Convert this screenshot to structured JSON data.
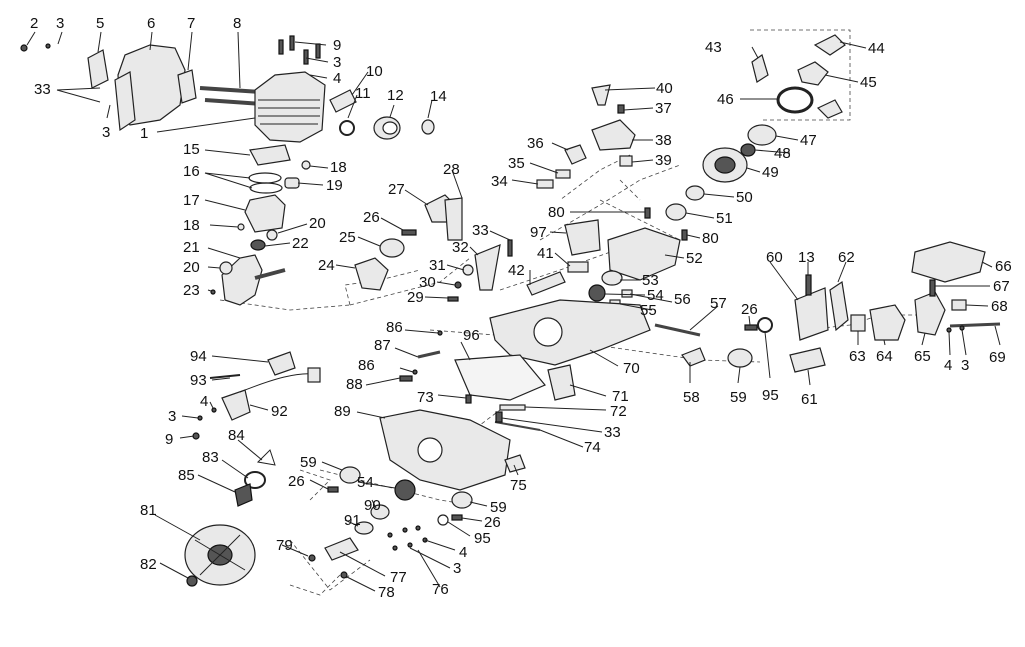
{
  "callouts": {
    "c2": "2",
    "c3a": "3",
    "c5": "5",
    "c6": "6",
    "c7": "7",
    "c8": "8",
    "c9a": "9",
    "c3b": "3",
    "c4a": "4",
    "c10": "10",
    "c11": "11",
    "c12": "12",
    "c14": "14",
    "c33a": "33",
    "c3c": "3",
    "c1": "1",
    "c15": "15",
    "c16": "16",
    "c18a": "18",
    "c19": "19",
    "c17": "17",
    "c18b": "18",
    "c20a": "20",
    "c21": "21",
    "c22": "22",
    "c20b": "20",
    "c23": "23",
    "c28": "28",
    "c27": "27",
    "c26a": "26",
    "c25": "25",
    "c24": "24",
    "c33b": "33",
    "c32": "32",
    "c31": "31",
    "c30": "30",
    "c29": "29",
    "c97": "97",
    "c41": "41",
    "c42": "42",
    "c36": "36",
    "c35": "35",
    "c34": "34",
    "c40": "40",
    "c37": "37",
    "c38": "38",
    "c39": "39",
    "c80a": "80",
    "c80b": "80",
    "c52": "52",
    "c53": "53",
    "c54a": "54",
    "c55": "55",
    "c56": "56",
    "c57": "57",
    "c43": "43",
    "c44": "44",
    "c45": "45",
    "c46": "46",
    "c47": "47",
    "c48": "48",
    "c49": "49",
    "c50": "50",
    "c51": "51",
    "c13": "13",
    "c60": "60",
    "c62": "62",
    "c66": "66",
    "c67": "67",
    "c68": "68",
    "c26b": "26",
    "c95a": "95",
    "c63": "63",
    "c64": "64",
    "c65": "65",
    "c4b": "4",
    "c3d": "3",
    "c69": "69",
    "c58": "58",
    "c59a": "59",
    "c61": "61",
    "c86a": "86",
    "c96": "96",
    "c87": "87",
    "c86b": "86",
    "c88": "88",
    "c70": "70",
    "c71": "71",
    "c72": "72",
    "c73": "73",
    "c33c": "33",
    "c74": "74",
    "c75": "75",
    "c89": "89",
    "c94": "94",
    "c93": "93",
    "c4c": "4",
    "c92": "92",
    "c3e": "3",
    "c9b": "9",
    "c84": "84",
    "c83": "83",
    "c85": "85",
    "c59b": "59",
    "c26c": "26",
    "c54b": "54",
    "c90": "90",
    "c91": "91",
    "c59c": "59",
    "c26d": "26",
    "c95b": "95",
    "c4d": "4",
    "c81": "81",
    "c79": "79",
    "c77": "77",
    "c3f": "3",
    "c82": "82",
    "c78": "78",
    "c76": "76"
  }
}
